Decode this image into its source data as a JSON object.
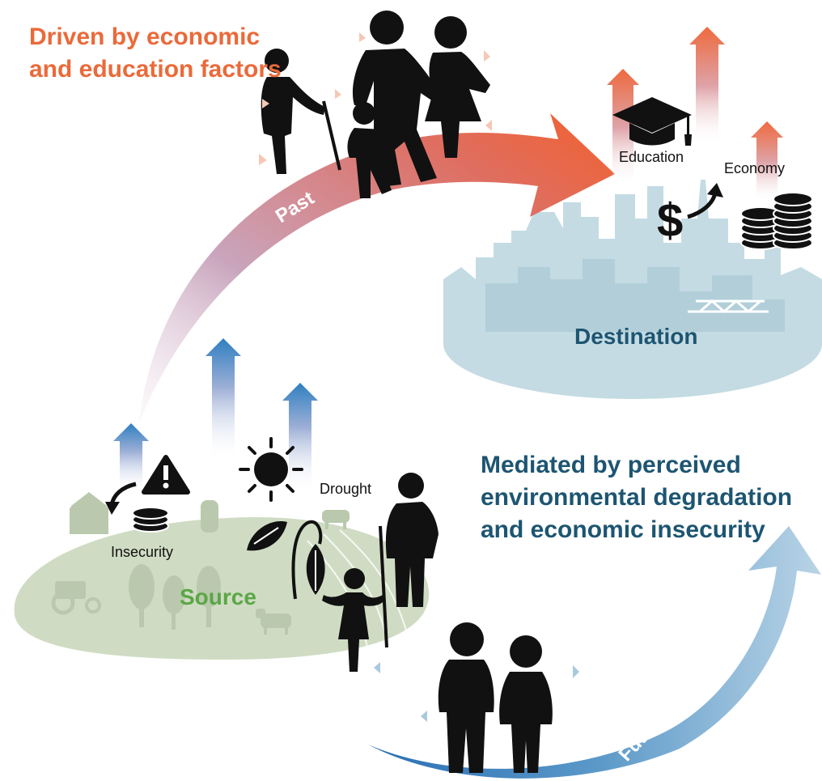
{
  "driver_heading": "Driven by economic and education factors",
  "mediator_heading": "Mediated by perceived environmental degradation and economic insecurity",
  "paths": {
    "past": "Past",
    "future": "Future intention"
  },
  "locations": {
    "destination": "Destination",
    "source": "Source"
  },
  "factors": {
    "education": "Education",
    "economy": "Economy",
    "drought": "Drought",
    "insecurity": "Insecurity"
  },
  "colors": {
    "orange": "#ea6a3a",
    "dark_blue": "#1d5572",
    "green": "#5aa646",
    "city": "#c4dbe3",
    "land": "#cfdcc3",
    "blue_arrow": "#3f8bc4"
  },
  "icons": [
    "graduation-cap-icon",
    "dollar-icon",
    "coins-icon",
    "warning-icon",
    "sun-icon",
    "wilted-plant-icon",
    "farm-barn-icon",
    "tractor-icon",
    "cow-icon",
    "people-silhouettes-icon"
  ]
}
